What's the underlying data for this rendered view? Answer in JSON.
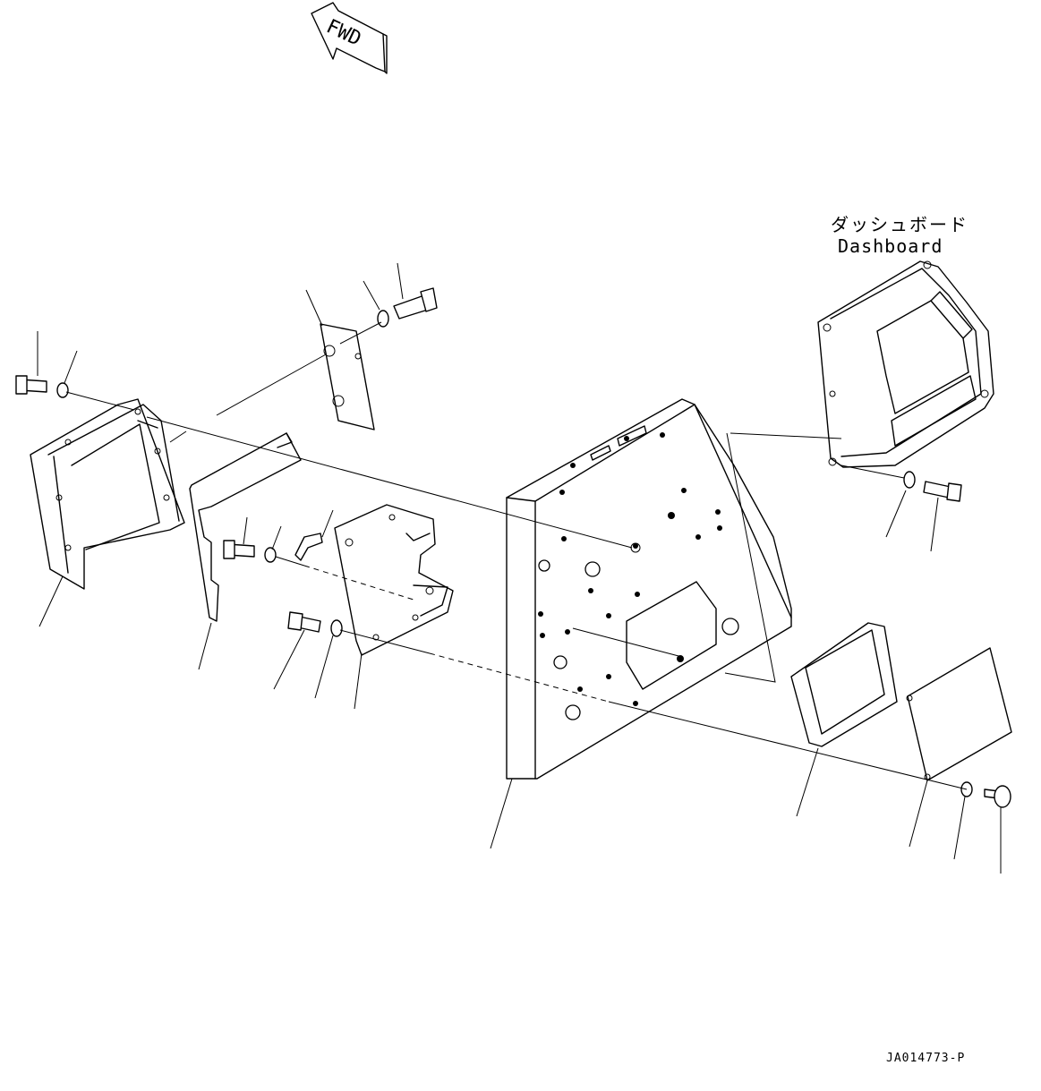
{
  "fwd_label": "FWD",
  "dashboard_label_jp": "ダッシュボード",
  "dashboard_label_en": "Dashboard",
  "drawing_number": "JA014773-P"
}
